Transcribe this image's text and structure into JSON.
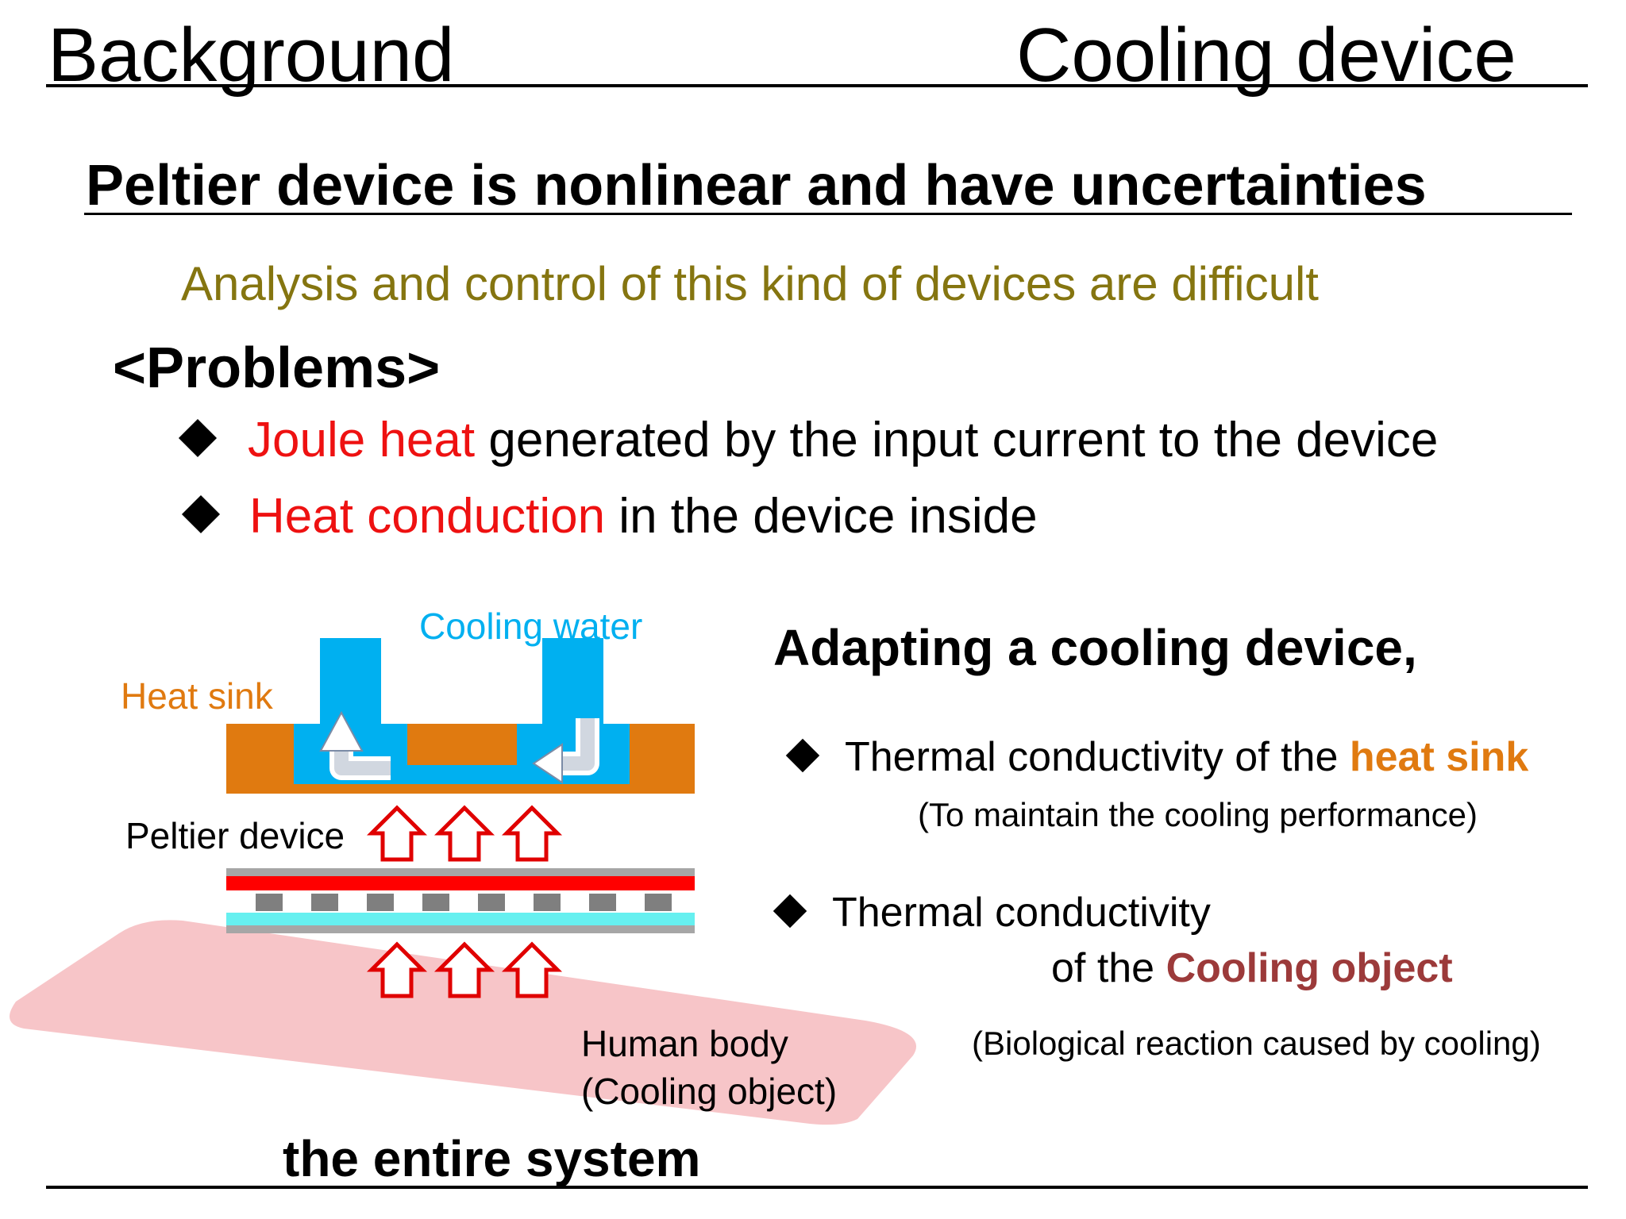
{
  "header": {
    "left": "Background",
    "right": "Cooling device"
  },
  "main_title": "Peltier device is nonlinear and have uncertainties",
  "subtitle": "Analysis and control of this kind of devices are difficult",
  "problems": {
    "heading": "<Problems>",
    "items": [
      {
        "highlight": "Joule heat",
        "rest": " generated by the input current to the device"
      },
      {
        "highlight": "Heat conduction",
        "rest": " in the device inside"
      }
    ]
  },
  "diagram": {
    "cooling_water": "Cooling water",
    "heat_sink": "Heat sink",
    "peltier_device": "Peltier device",
    "human_body": "Human body",
    "cooling_object": "(Cooling object)"
  },
  "adapting": {
    "heading": "Adapting a cooling device,",
    "item1": {
      "text": "Thermal conductivity of the ",
      "highlight": "heat sink",
      "note": "(To maintain  the cooling performance)"
    },
    "item2": {
      "line1": "Thermal conductivity",
      "line2": "of the ",
      "highlight": "Cooling object",
      "note": "(Biological reaction caused by cooling)"
    }
  },
  "footer": "the entire system",
  "colors": {
    "subtitle": "#857510",
    "red_highlight": "#ee1111",
    "heat_sink": "#e07a10",
    "cooling_water": "#00b0f0",
    "cooling_object": "#9c3a3a",
    "human_body": "#f7c5c8"
  }
}
